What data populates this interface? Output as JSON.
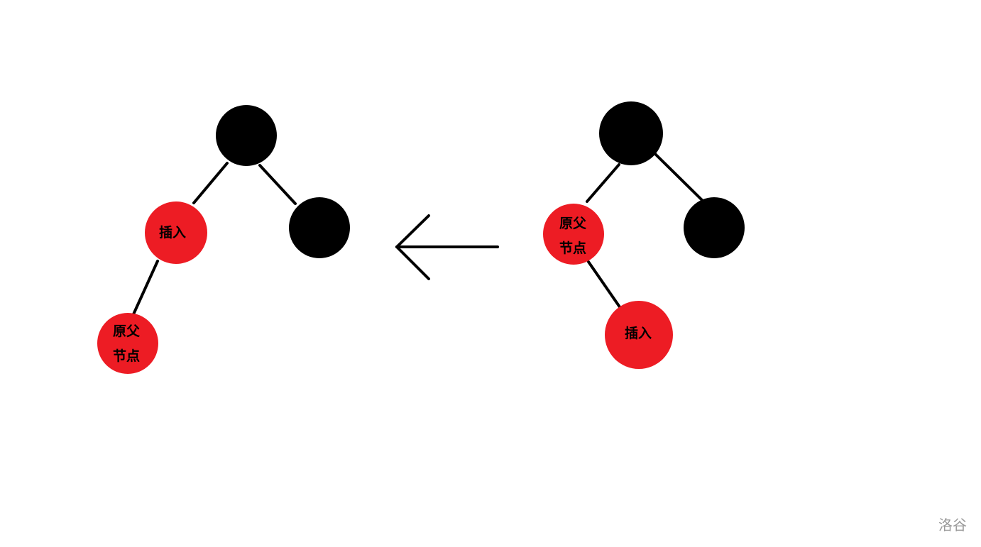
{
  "colors": {
    "black_node": "#000000",
    "red_node": "#ed1c24",
    "edge": "#000000",
    "label": "#000000",
    "watermark": "#9a9a9a"
  },
  "left_tree": {
    "root": {
      "color": "black",
      "text": ""
    },
    "inserted": {
      "color": "red",
      "text": "插入"
    },
    "right_child": {
      "color": "black",
      "text": ""
    },
    "original_parent": {
      "color": "red",
      "text_line1": "原父",
      "text_line2": "节点"
    }
  },
  "right_tree": {
    "root": {
      "color": "black",
      "text": ""
    },
    "original_parent": {
      "color": "red",
      "text_line1": "原父",
      "text_line2": "节点"
    },
    "right_child": {
      "color": "black",
      "text": ""
    },
    "inserted": {
      "color": "red",
      "text": "插入"
    }
  },
  "arrow": {
    "direction": "left"
  },
  "watermark": {
    "text": "洛谷"
  }
}
